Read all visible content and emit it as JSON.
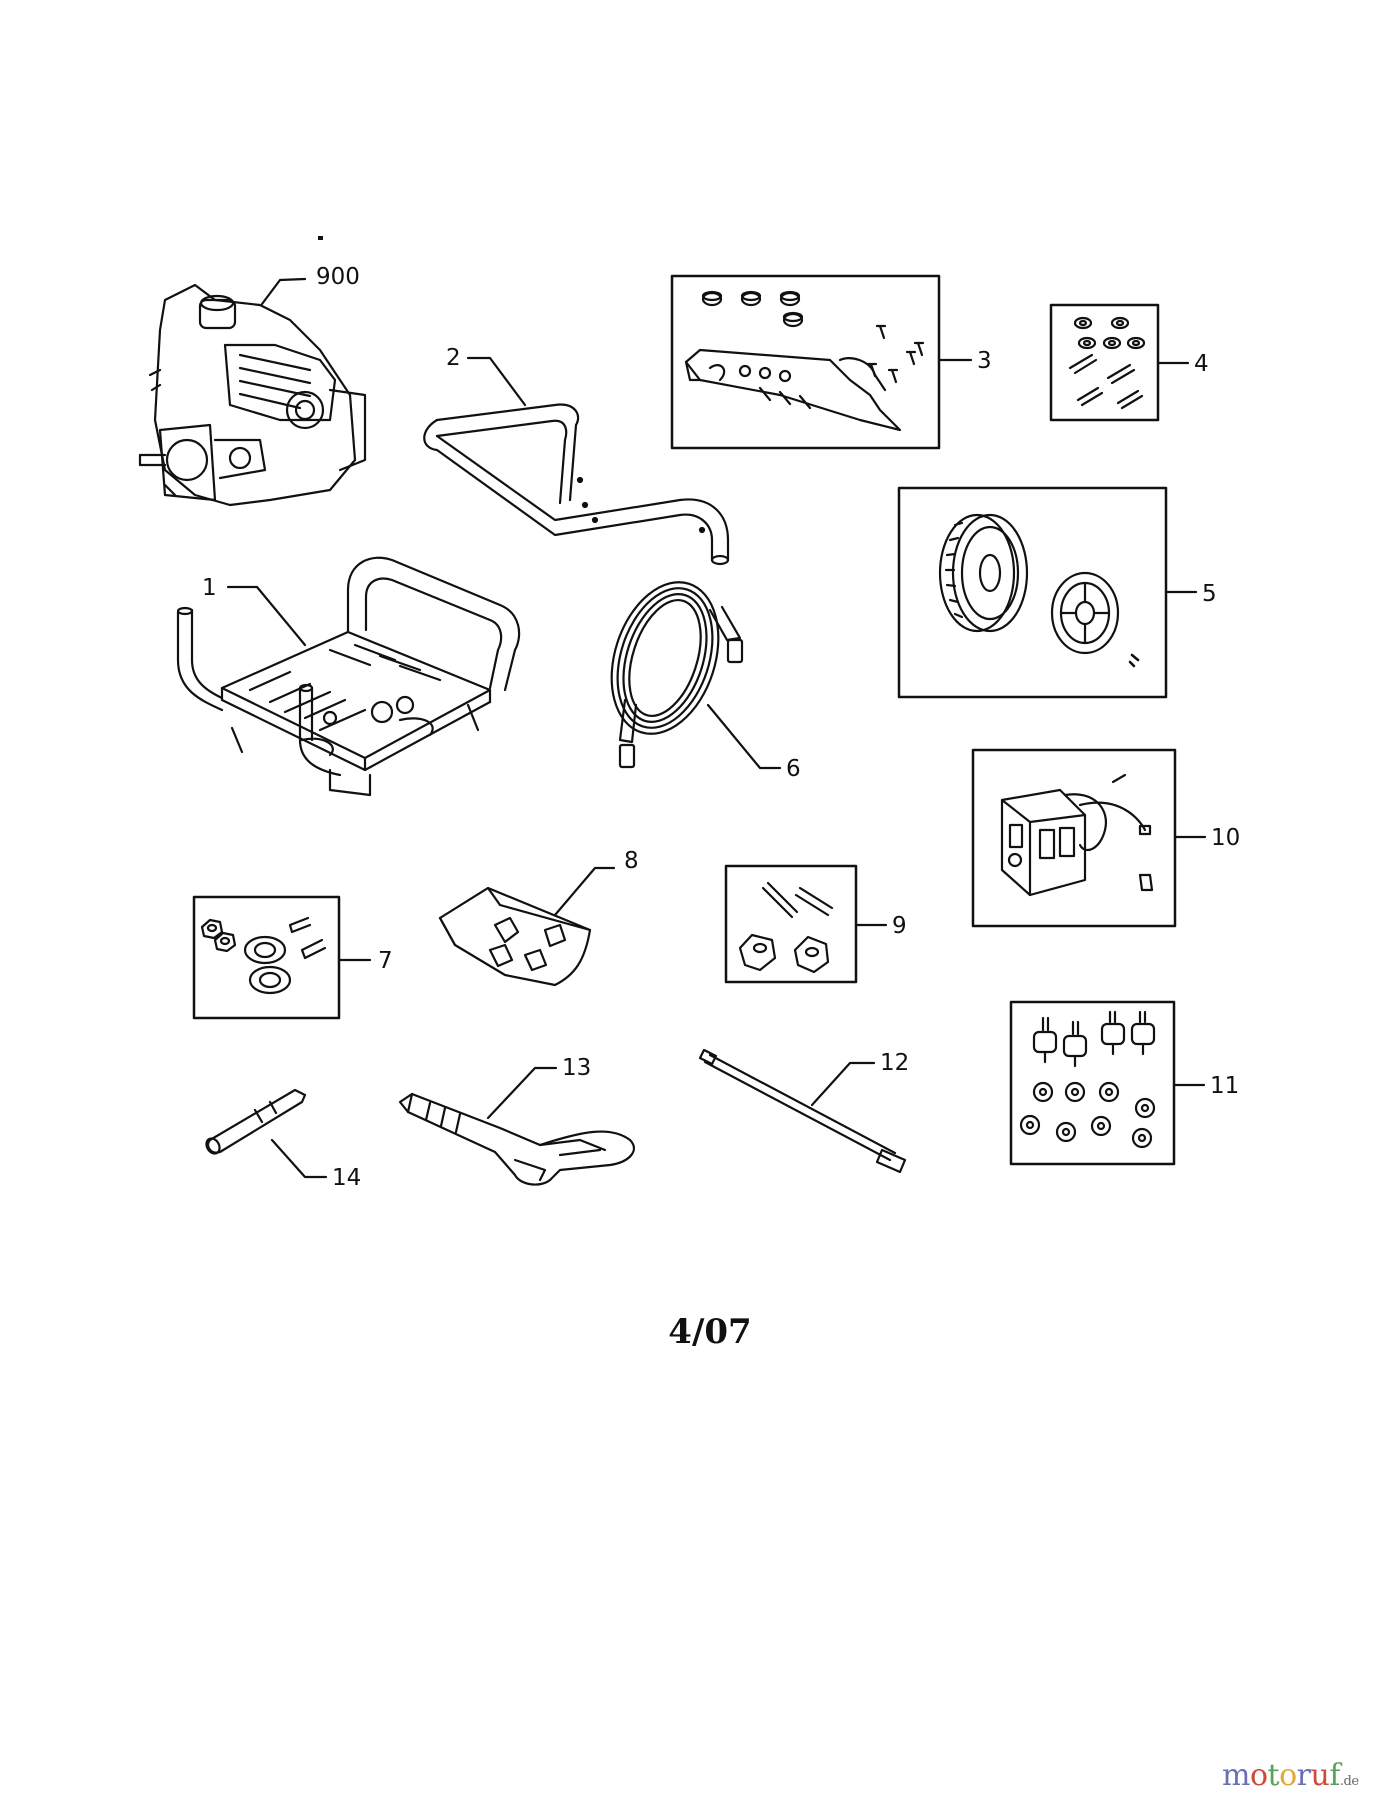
{
  "callouts": {
    "p900": "900",
    "p1": "1",
    "p2": "2",
    "p3": "3",
    "p4": "4",
    "p5": "5",
    "p6": "6",
    "p7": "7",
    "p8": "8",
    "p9": "9",
    "p10": "10",
    "p11": "11",
    "p12": "12",
    "p13": "13",
    "p14": "14"
  },
  "page_date": "4/07",
  "watermark": {
    "text": "motoruf",
    "suffix": ".de",
    "colors": [
      "#6a6fb4",
      "#d04a3c",
      "#58a35a",
      "#e0a93a"
    ]
  }
}
